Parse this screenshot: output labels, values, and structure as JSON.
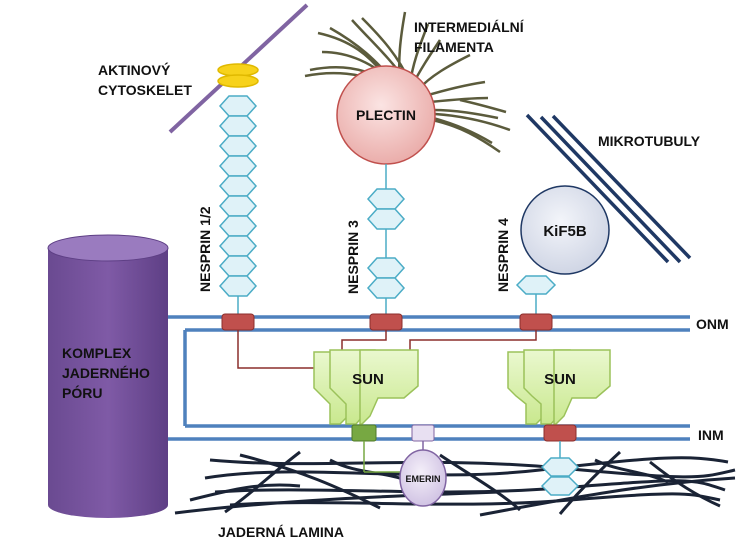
{
  "labels": {
    "actin_line1": "AKTINOVÝ",
    "actin_line2": "CYTOSKELET",
    "if_line1": "INTERMEDIÁLNÍ",
    "if_line2": "FILAMENTA",
    "microtubules": "MIKROTUBULY",
    "plectin": "PLECTIN",
    "kif5b": "KiF5B",
    "nesprin12": "NESPRIN 1/2",
    "nesprin3": "NESPRIN 3",
    "nesprin4": "NESPRIN 4",
    "onm": "ONM",
    "inm": "INM",
    "sun_left": "SUN",
    "sun_right": "SUN",
    "emerin": "EMERIN",
    "npc_line1": "KOMPLEX",
    "npc_line2": "JADERNÉHO",
    "npc_line3": "PÓRU",
    "lamina": "JADERNÁ LAMINA"
  },
  "colors": {
    "membrane": "#4f81bd",
    "nesprin_hex_fill": "#dff2f8",
    "nesprin_hex_stroke": "#4bacc6",
    "kash": "#c0504d",
    "sun_fill": "#d7f0a8",
    "plectin_fill": "#f4c7c5",
    "kif5b_fill": "#dfe3ee",
    "npc": "#7b55a0",
    "actin": "#8064a2",
    "actin_cap": "#f7d21b",
    "microtubule": "#1f3864",
    "lamina": "#1a2335",
    "emerin_fill": "#ddd3ea",
    "lamin_anchor": "#77a842"
  }
}
